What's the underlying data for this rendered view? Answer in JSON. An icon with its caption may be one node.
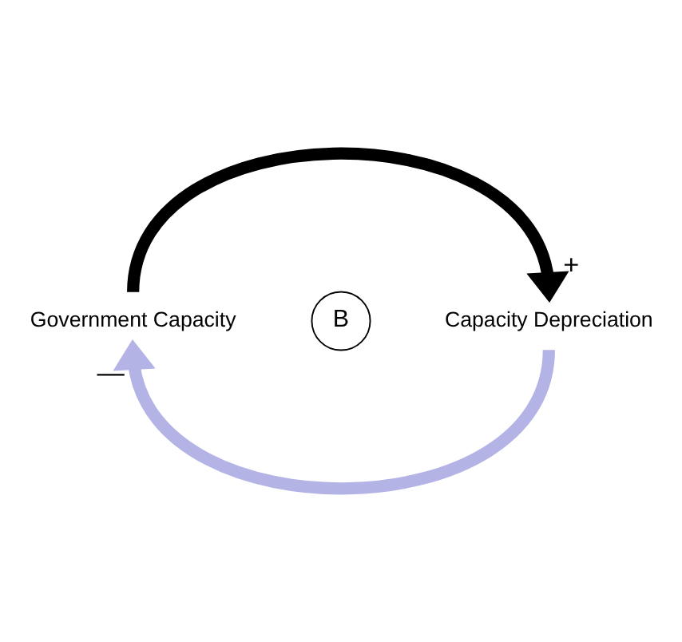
{
  "diagram": {
    "nodes": [
      {
        "text": [
          "Government Capacity"
        ]
      },
      {
        "text": [
          "Capacity Depreciation"
        ]
      }
    ],
    "edges": [
      {
        "from": 0,
        "to": 1,
        "arrow": "to",
        "label": "+"
      },
      {
        "from": 1,
        "to": 0,
        "arrow": "to",
        "label": "—",
        "color": "#b3b3e6"
      }
    ],
    "labels": [
      "B"
    ]
  }
}
